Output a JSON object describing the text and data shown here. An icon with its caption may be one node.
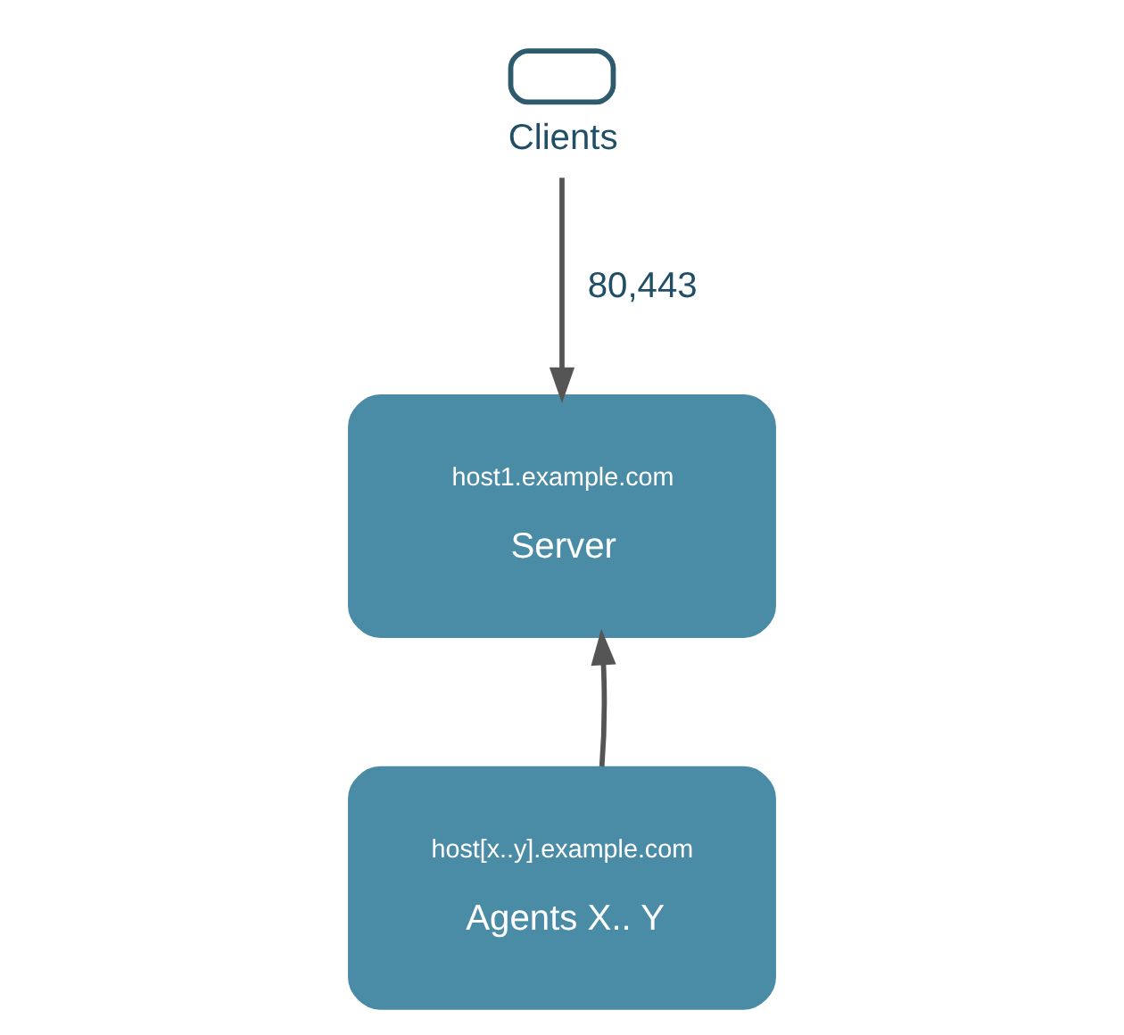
{
  "diagram": {
    "nodes": [
      {
        "text": [
          "Clients"
        ]
      },
      {
        "text": [
          "host1.example.com",
          "Server"
        ]
      },
      {
        "text": [
          "host[x..y].example.com",
          "Agents X.. Y"
        ]
      }
    ],
    "edges": [
      {
        "from": 0,
        "to": 1,
        "arrow": "to",
        "label": "80,443"
      },
      {
        "from": 2,
        "to": 1,
        "arrow": "to"
      }
    ]
  }
}
